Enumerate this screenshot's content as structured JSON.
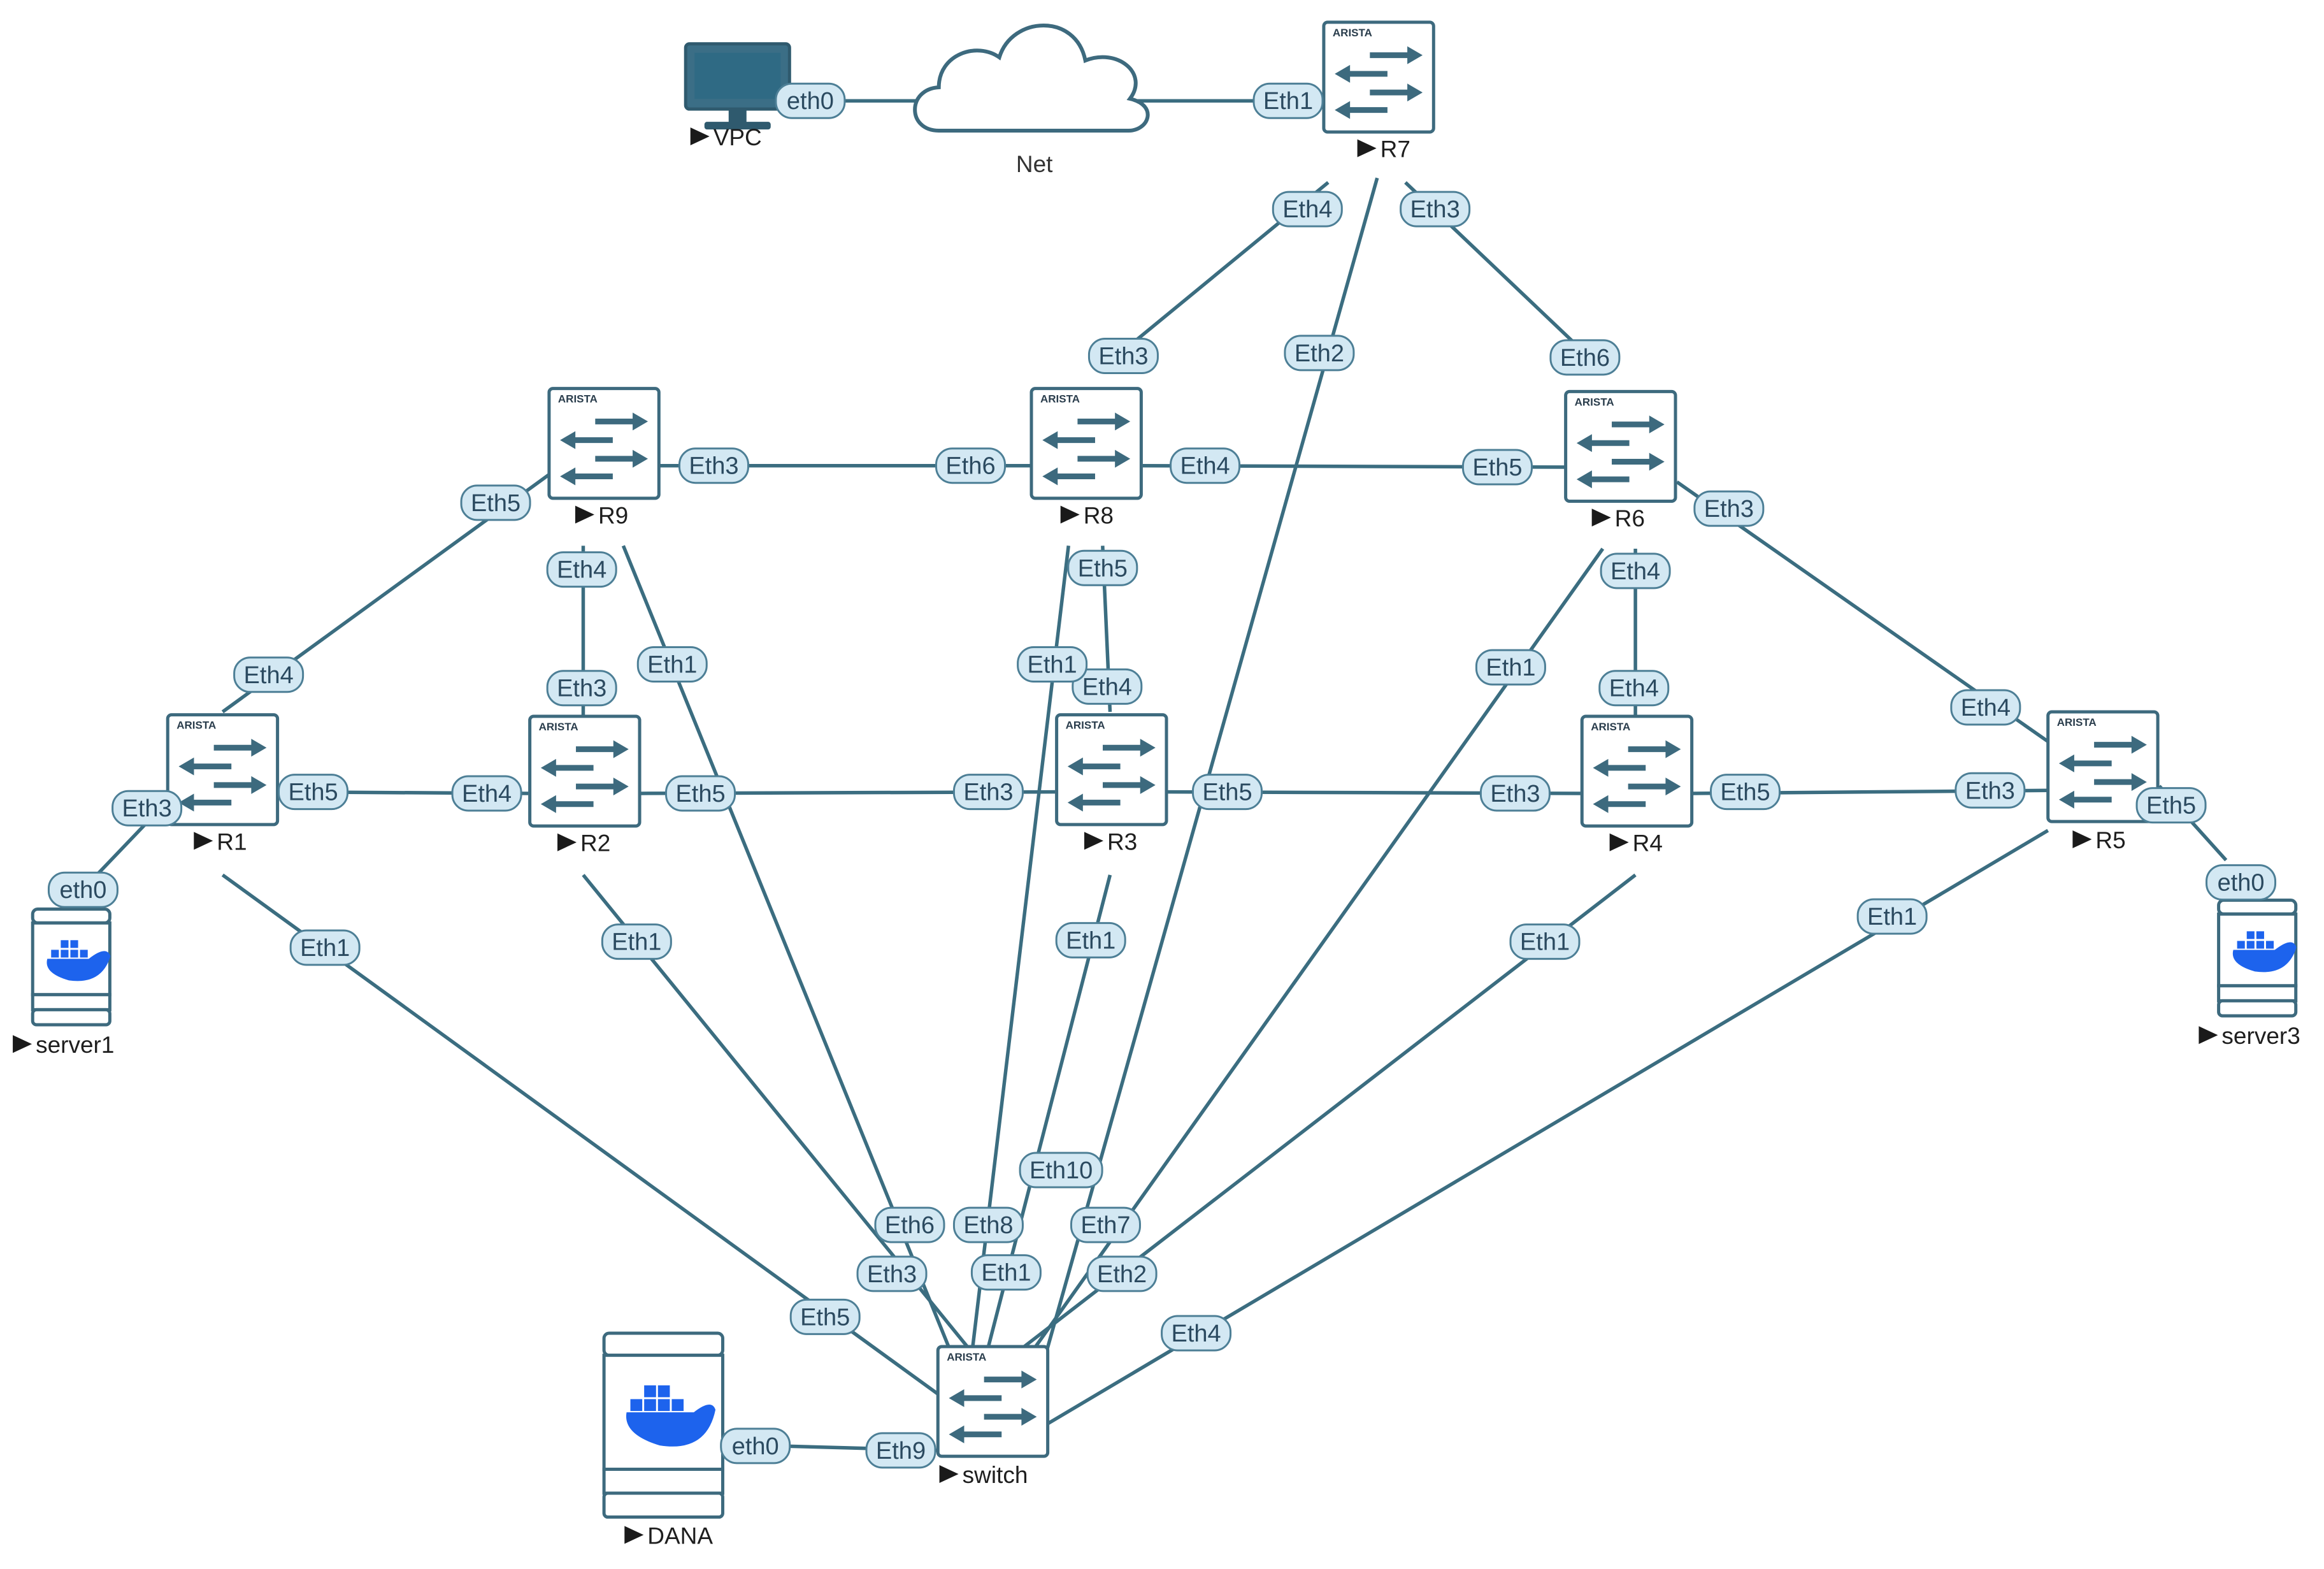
{
  "colors": {
    "link": "#3b6d80",
    "icon_stroke": "#3d6a7e",
    "iface_fill": "#d3e8f3",
    "iface_stroke": "#4d7f96",
    "docker_blue": "#1d63ed",
    "monitor_fill": "#3b6e86"
  },
  "nodes": [
    {
      "id": "VPC",
      "type": "pc",
      "label": "VPC"
    },
    {
      "id": "Net",
      "type": "cloud",
      "label": "Net"
    },
    {
      "id": "R7",
      "type": "router",
      "label": "R7",
      "brand": "ARISTA"
    },
    {
      "id": "R9",
      "type": "router",
      "label": "R9",
      "brand": "ARISTA"
    },
    {
      "id": "R8",
      "type": "router",
      "label": "R8",
      "brand": "ARISTA"
    },
    {
      "id": "R6",
      "type": "router",
      "label": "R6",
      "brand": "ARISTA"
    },
    {
      "id": "R1",
      "type": "router",
      "label": "R1",
      "brand": "ARISTA"
    },
    {
      "id": "R2",
      "type": "router",
      "label": "R2",
      "brand": "ARISTA"
    },
    {
      "id": "R3",
      "type": "router",
      "label": "R3",
      "brand": "ARISTA"
    },
    {
      "id": "R4",
      "type": "router",
      "label": "R4",
      "brand": "ARISTA"
    },
    {
      "id": "R5",
      "type": "router",
      "label": "R5",
      "brand": "ARISTA"
    },
    {
      "id": "switch",
      "type": "router",
      "label": "switch",
      "brand": "ARISTA"
    },
    {
      "id": "server1",
      "type": "server",
      "label": "server1"
    },
    {
      "id": "server3",
      "type": "server",
      "label": "server3"
    },
    {
      "id": "DANA",
      "type": "server",
      "label": "DANA"
    }
  ],
  "links": [
    {
      "a": "VPC",
      "a_if": "eth0",
      "b": "Net",
      "b_if": ""
    },
    {
      "a": "Net",
      "a_if": "",
      "b": "R7",
      "b_if": "Eth1"
    },
    {
      "a": "R7",
      "a_if": "Eth4",
      "b": "R8",
      "b_if": "Eth3"
    },
    {
      "a": "R7",
      "a_if": "Eth3",
      "b": "R6",
      "b_if": "Eth6"
    },
    {
      "a": "R7",
      "a_if": "Eth2",
      "b": "switch",
      "b_if": "Eth10"
    },
    {
      "a": "R9",
      "a_if": "Eth3",
      "b": "R8",
      "b_if": "Eth6"
    },
    {
      "a": "R8",
      "a_if": "Eth4",
      "b": "R6",
      "b_if": "Eth5"
    },
    {
      "a": "R9",
      "a_if": "Eth5",
      "b": "R1",
      "b_if": "Eth4"
    },
    {
      "a": "R9",
      "a_if": "Eth4",
      "b": "R2",
      "b_if": "Eth3"
    },
    {
      "a": "R9",
      "a_if": "Eth1",
      "b": "switch",
      "b_if": "Eth6"
    },
    {
      "a": "R8",
      "a_if": "Eth5",
      "b": "R3",
      "b_if": "Eth4"
    },
    {
      "a": "R8",
      "a_if": "Eth1",
      "b": "switch",
      "b_if": "Eth8"
    },
    {
      "a": "R6",
      "a_if": "Eth3",
      "b": "R5",
      "b_if": "Eth4"
    },
    {
      "a": "R6",
      "a_if": "Eth4",
      "b": "R4",
      "b_if": "Eth4"
    },
    {
      "a": "R6",
      "a_if": "Eth1",
      "b": "switch",
      "b_if": "Eth7"
    },
    {
      "a": "R1",
      "a_if": "Eth5",
      "b": "R2",
      "b_if": "Eth4"
    },
    {
      "a": "R2",
      "a_if": "Eth5",
      "b": "R3",
      "b_if": "Eth3"
    },
    {
      "a": "R3",
      "a_if": "Eth5",
      "b": "R4",
      "b_if": "Eth3"
    },
    {
      "a": "R4",
      "a_if": "Eth5",
      "b": "R5",
      "b_if": "Eth3"
    },
    {
      "a": "R1",
      "a_if": "Eth3",
      "b": "server1",
      "b_if": "eth0"
    },
    {
      "a": "R5",
      "a_if": "Eth5",
      "b": "server3",
      "b_if": "eth0"
    },
    {
      "a": "R1",
      "a_if": "Eth1",
      "b": "switch",
      "b_if": "Eth5"
    },
    {
      "a": "R2",
      "a_if": "Eth1",
      "b": "switch",
      "b_if": "Eth3"
    },
    {
      "a": "R3",
      "a_if": "Eth1",
      "b": "switch",
      "b_if": "Eth1"
    },
    {
      "a": "R4",
      "a_if": "Eth1",
      "b": "switch",
      "b_if": "Eth2"
    },
    {
      "a": "R5",
      "a_if": "Eth1",
      "b": "switch",
      "b_if": "Eth4"
    },
    {
      "a": "DANA",
      "a_if": "eth0",
      "b": "switch",
      "b_if": "Eth9"
    }
  ]
}
